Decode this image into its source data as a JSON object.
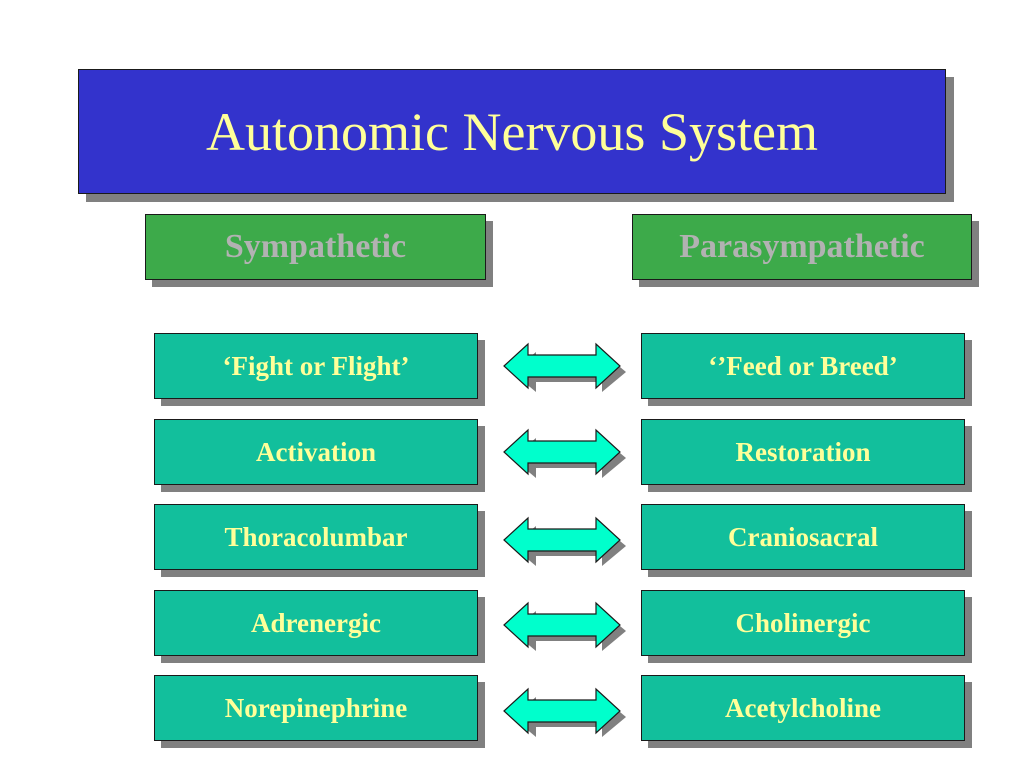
{
  "slide": {
    "title": "Autonomic Nervous System",
    "headers": {
      "left": "Sympathetic",
      "right": "Parasympathetic"
    },
    "rows": [
      {
        "left": "‘Fight or Flight’",
        "right": "‘’Feed or Breed’"
      },
      {
        "left": "Activation",
        "right": "Restoration"
      },
      {
        "left": "Thoracolumbar",
        "right": "Craniosacral"
      },
      {
        "left": "Adrenergic",
        "right": "Cholinergic"
      },
      {
        "left": "Norepinephrine",
        "right": "Acetylcholine"
      }
    ]
  },
  "colors": {
    "title_bg": "#3333cc",
    "title_text": "#ffff99",
    "header_bg": "#3daa4a",
    "header_text": "#b2b2b2",
    "item_bg": "#12bf9c",
    "item_text": "#ffff99",
    "arrow_fill": "#00ffcc",
    "shadow": "#808080"
  },
  "icons": {
    "connector": "double-headed-arrow-icon"
  }
}
